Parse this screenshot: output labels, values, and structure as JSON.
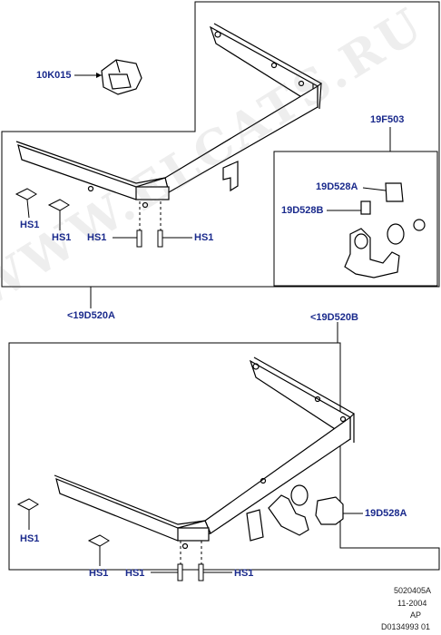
{
  "labels": {
    "l10K015": "10K015",
    "l19F503": "19F503",
    "l19D528A_top": "19D528A",
    "l19D528B": "19D528B",
    "l19D520A": "<19D520A",
    "l19D520B": "<19D520B",
    "l19D528A_bottom": "19D528A",
    "hs_top_1": "HS1",
    "hs_top_2": "HS1",
    "hs_top_3": "HS1",
    "hs_top_4": "HS1",
    "hs_bot_1": "HS1",
    "hs_bot_2": "HS1",
    "hs_bot_3": "HS1",
    "hs_bot_4": "HS1"
  },
  "reference": {
    "code": "5020405A",
    "date": "11-2004",
    "region": "AP",
    "drawing": "D0134993 01"
  },
  "watermark": "WWW.ELCATS.RU",
  "colors": {
    "label": "#1a2a8c",
    "line": "#000000"
  }
}
